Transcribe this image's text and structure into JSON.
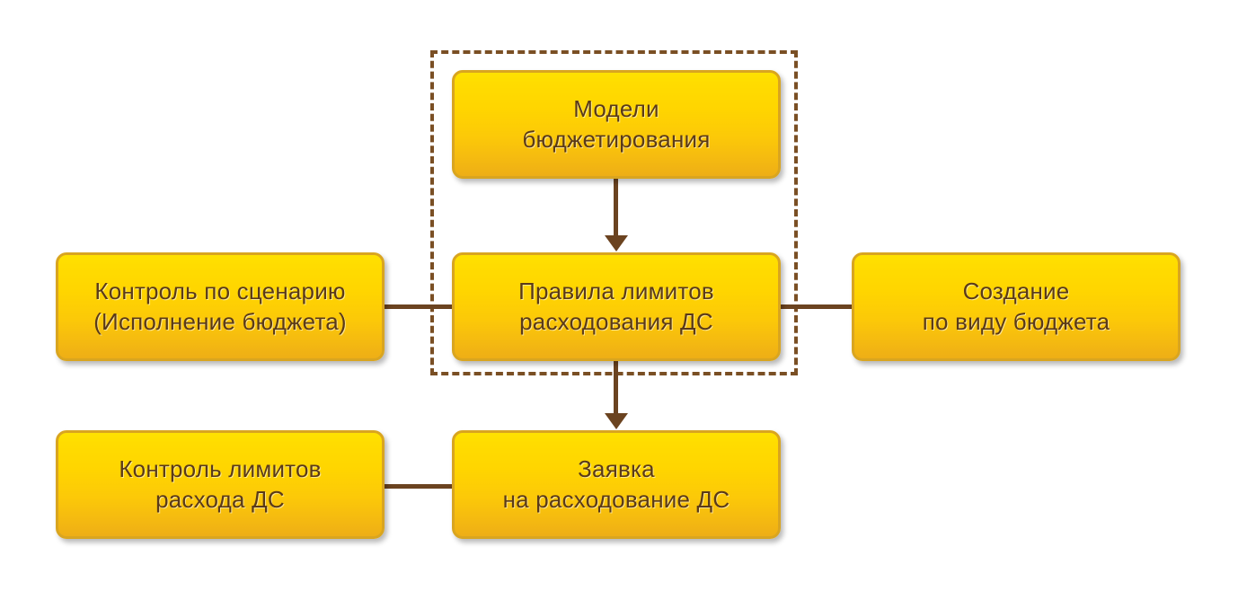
{
  "diagram": {
    "type": "flow-diagram",
    "background_color": "#ffffff",
    "node_fill_top": "#ffe200",
    "node_fill_bottom": "#eeae16",
    "node_border_color": "#d9a520",
    "node_text_color": "#5a3a18",
    "connector_color": "#6b4320",
    "group_frame_color": "#7a4f24",
    "nodes": [
      {
        "id": "models",
        "label": "Модели\nбюджетирования",
        "in_group": true
      },
      {
        "id": "rules",
        "label": "Правила лимитов\nрасходования ДС",
        "in_group": true
      },
      {
        "id": "scenario",
        "label": "Контроль по сценарию\n(Исполнение бюджета)",
        "in_group": false
      },
      {
        "id": "create",
        "label": "Создание\nпо виду бюджета",
        "in_group": false
      },
      {
        "id": "limit_control",
        "label": "Контроль лимитов\nрасхода ДС",
        "in_group": false
      },
      {
        "id": "request",
        "label": "Заявка\nна расходование ДС",
        "in_group": false
      }
    ],
    "edges": [
      {
        "from": "models",
        "to": "rules",
        "style": "arrow-down"
      },
      {
        "from": "rules",
        "to": "request",
        "style": "arrow-down"
      },
      {
        "from": "scenario",
        "to": "rules",
        "style": "plain-line"
      },
      {
        "from": "rules",
        "to": "create",
        "style": "plain-line"
      },
      {
        "from": "limit_control",
        "to": "request",
        "style": "plain-line"
      }
    ],
    "group": {
      "id": "budget-rules-group",
      "style": "dashed-rectangle",
      "members": [
        "models",
        "rules"
      ]
    }
  }
}
